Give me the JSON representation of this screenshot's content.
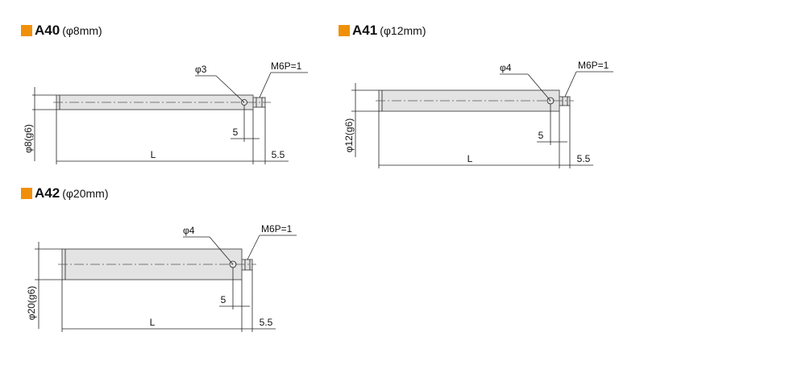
{
  "panels": [
    {
      "code": "A40",
      "spec": "(φ8mm)",
      "accent_color": "#f0900a",
      "diameter_label": "φ8(g6)",
      "hole_label": "φ3",
      "thread_label": "M6P=1",
      "hole_offset_label": "5",
      "length_label": "L",
      "thread_length_label": "5.5"
    },
    {
      "code": "A41",
      "spec": "(φ12mm)",
      "accent_color": "#f0900a",
      "diameter_label": "φ12(g6)",
      "hole_label": "φ4",
      "thread_label": "M6P=1",
      "hole_offset_label": "5",
      "length_label": "L",
      "thread_length_label": "5.5"
    },
    {
      "code": "A42",
      "spec": "(φ20mm)",
      "accent_color": "#f0900a",
      "diameter_label": "φ20(g6)",
      "hole_label": "φ4",
      "thread_label": "M6P=1",
      "hole_offset_label": "5",
      "length_label": "L",
      "thread_length_label": "5.5"
    }
  ]
}
